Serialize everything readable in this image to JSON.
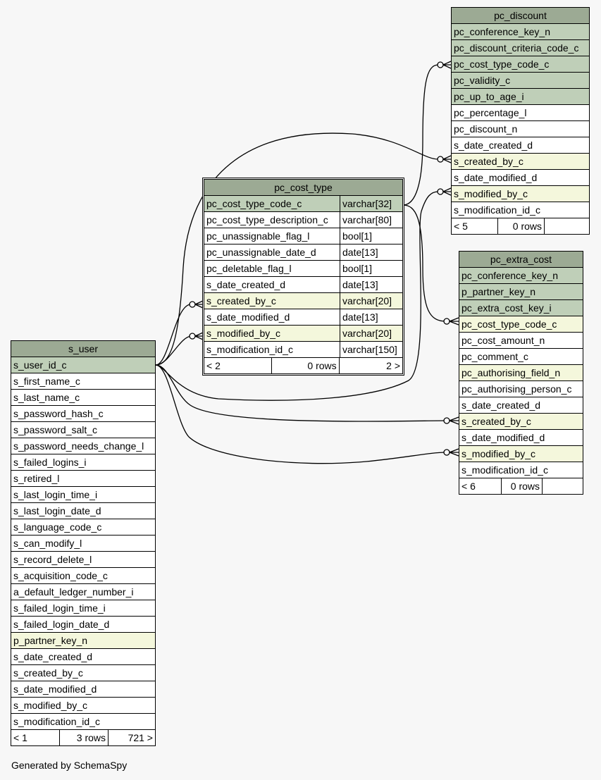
{
  "footer": "Generated by SchemaSpy",
  "tables": {
    "pc_discount": {
      "name": "pc_discount",
      "columns": [
        {
          "name": "pc_conference_key_n",
          "kind": "pk"
        },
        {
          "name": "pc_discount_criteria_code_c",
          "kind": "pk"
        },
        {
          "name": "pc_cost_type_code_c",
          "kind": "pk"
        },
        {
          "name": "pc_validity_c",
          "kind": "pk"
        },
        {
          "name": "pc_up_to_age_i",
          "kind": "pk"
        },
        {
          "name": "pc_percentage_l",
          "kind": "pl"
        },
        {
          "name": "pc_discount_n",
          "kind": "pl"
        },
        {
          "name": "s_date_created_d",
          "kind": "pl"
        },
        {
          "name": "s_created_by_c",
          "kind": "fk"
        },
        {
          "name": "s_date_modified_d",
          "kind": "pl"
        },
        {
          "name": "s_modified_by_c",
          "kind": "fk"
        },
        {
          "name": "s_modification_id_c",
          "kind": "pl"
        }
      ],
      "footer": [
        "< 5",
        "0 rows",
        ""
      ]
    },
    "pc_cost_type": {
      "name": "pc_cost_type",
      "columns": [
        {
          "name": "pc_cost_type_code_c",
          "type": "varchar[32]",
          "kind": "pk"
        },
        {
          "name": "pc_cost_type_description_c",
          "type": "varchar[80]",
          "kind": "pl"
        },
        {
          "name": "pc_unassignable_flag_l",
          "type": "bool[1]",
          "kind": "pl"
        },
        {
          "name": "pc_unassignable_date_d",
          "type": "date[13]",
          "kind": "pl"
        },
        {
          "name": "pc_deletable_flag_l",
          "type": "bool[1]",
          "kind": "pl"
        },
        {
          "name": "s_date_created_d",
          "type": "date[13]",
          "kind": "pl"
        },
        {
          "name": "s_created_by_c",
          "type": "varchar[20]",
          "kind": "fk"
        },
        {
          "name": "s_date_modified_d",
          "type": "date[13]",
          "kind": "pl"
        },
        {
          "name": "s_modified_by_c",
          "type": "varchar[20]",
          "kind": "fk"
        },
        {
          "name": "s_modification_id_c",
          "type": "varchar[150]",
          "kind": "pl"
        }
      ],
      "footer": [
        "< 2",
        "0 rows",
        "2 >"
      ]
    },
    "pc_extra_cost": {
      "name": "pc_extra_cost",
      "columns": [
        {
          "name": "pc_conference_key_n",
          "kind": "pk"
        },
        {
          "name": "p_partner_key_n",
          "kind": "pk"
        },
        {
          "name": "pc_extra_cost_key_i",
          "kind": "pk"
        },
        {
          "name": "pc_cost_type_code_c",
          "kind": "fk"
        },
        {
          "name": "pc_cost_amount_n",
          "kind": "pl"
        },
        {
          "name": "pc_comment_c",
          "kind": "pl"
        },
        {
          "name": "pc_authorising_field_n",
          "kind": "fk"
        },
        {
          "name": "pc_authorising_person_c",
          "kind": "pl"
        },
        {
          "name": "s_date_created_d",
          "kind": "pl"
        },
        {
          "name": "s_created_by_c",
          "kind": "fk"
        },
        {
          "name": "s_date_modified_d",
          "kind": "pl"
        },
        {
          "name": "s_modified_by_c",
          "kind": "fk"
        },
        {
          "name": "s_modification_id_c",
          "kind": "pl"
        }
      ],
      "footer": [
        "< 6",
        "0 rows",
        ""
      ]
    },
    "s_user": {
      "name": "s_user",
      "columns": [
        {
          "name": "s_user_id_c",
          "kind": "pk"
        },
        {
          "name": "s_first_name_c",
          "kind": "pl"
        },
        {
          "name": "s_last_name_c",
          "kind": "pl"
        },
        {
          "name": "s_password_hash_c",
          "kind": "pl"
        },
        {
          "name": "s_password_salt_c",
          "kind": "pl"
        },
        {
          "name": "s_password_needs_change_l",
          "kind": "pl"
        },
        {
          "name": "s_failed_logins_i",
          "kind": "pl"
        },
        {
          "name": "s_retired_l",
          "kind": "pl"
        },
        {
          "name": "s_last_login_time_i",
          "kind": "pl"
        },
        {
          "name": "s_last_login_date_d",
          "kind": "pl"
        },
        {
          "name": "s_language_code_c",
          "kind": "pl"
        },
        {
          "name": "s_can_modify_l",
          "kind": "pl"
        },
        {
          "name": "s_record_delete_l",
          "kind": "pl"
        },
        {
          "name": "s_acquisition_code_c",
          "kind": "pl"
        },
        {
          "name": "a_default_ledger_number_i",
          "kind": "pl"
        },
        {
          "name": "s_failed_login_time_i",
          "kind": "pl"
        },
        {
          "name": "s_failed_login_date_d",
          "kind": "pl"
        },
        {
          "name": "p_partner_key_n",
          "kind": "fk"
        },
        {
          "name": "s_date_created_d",
          "kind": "pl"
        },
        {
          "name": "s_created_by_c",
          "kind": "pl"
        },
        {
          "name": "s_date_modified_d",
          "kind": "pl"
        },
        {
          "name": "s_modified_by_c",
          "kind": "pl"
        },
        {
          "name": "s_modification_id_c",
          "kind": "pl"
        }
      ],
      "footer": [
        "< 1",
        "3 rows",
        "721 >"
      ]
    }
  }
}
